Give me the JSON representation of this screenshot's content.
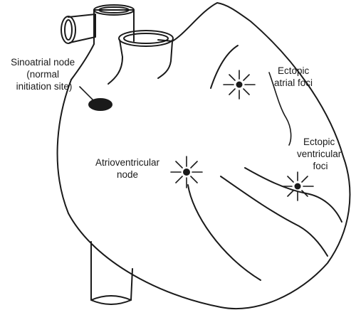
{
  "labels": {
    "sa_node": [
      "Sinoatrial node",
      "(normal",
      "initiation site)"
    ],
    "av_node": [
      "Atrioventricular",
      "node"
    ],
    "atrial_foci": [
      "Ectopic",
      "atrial foci"
    ],
    "ventricular_foci": [
      "Ectopic",
      "ventricular",
      "foci"
    ]
  },
  "colors": {
    "ink": "#1a1a1a",
    "background": "#ffffff"
  }
}
